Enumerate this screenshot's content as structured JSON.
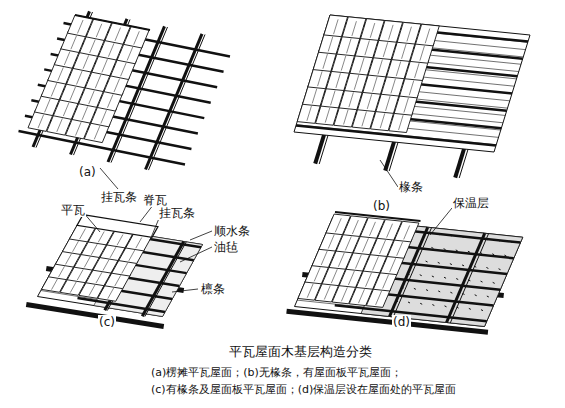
{
  "diagram": {
    "caption": "平瓦屋面木基层构造分类",
    "labels": [
      "挂瓦条",
      "(a)",
      "椽条",
      "(b)",
      "脊瓦",
      "平瓦",
      "挂瓦条",
      "顺水条",
      "油毡",
      "檩条",
      "(c)",
      "保温层",
      "(d)",
      "(a)楞摊平瓦屋面；(b)无椽条，有屋面板平瓦屋面；",
      "(c)有椽条及屋面板平瓦屋面；(d)保温层设在屋面处的平瓦屋面"
    ]
  }
}
